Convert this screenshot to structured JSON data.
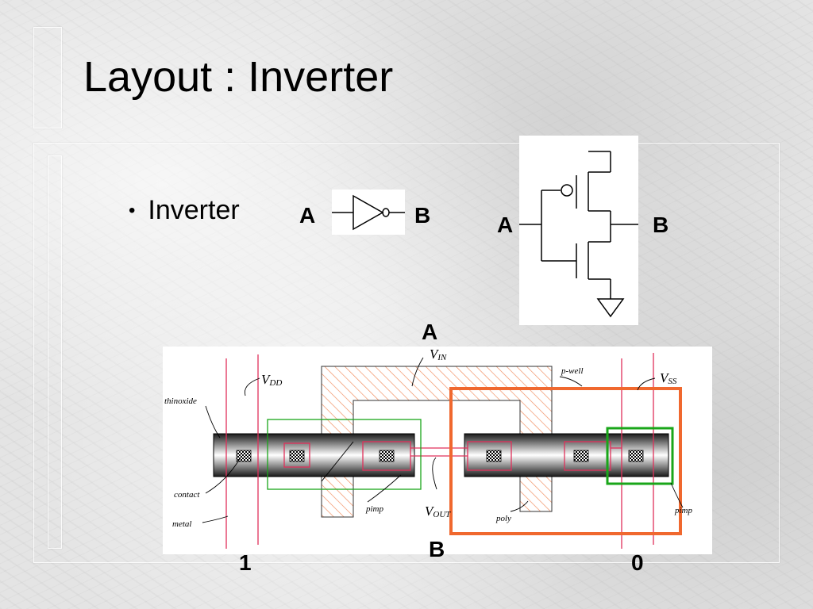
{
  "slide": {
    "title": "Layout : Inverter",
    "bullet": "Inverter"
  },
  "gate_symbol": {
    "input_label": "A",
    "output_label": "B"
  },
  "cmos_schematic": {
    "input_label": "A",
    "output_label": "B"
  },
  "layout_diagram": {
    "top_label": "A",
    "bottom_label": "B",
    "left_value": "1",
    "right_value": "0",
    "annotations": {
      "vdd_v": "V",
      "vdd_sub": "DD",
      "vin_v": "V",
      "vin_sub": "IN",
      "vss_v": "V",
      "vss_sub": "SS",
      "vout_v": "V",
      "vout_sub": "OUT",
      "thinoxide": "thinoxide",
      "p_well": "p-well",
      "contact": "contact",
      "metal": "metal",
      "pimp_left": "pimp",
      "poly": "poly",
      "pimp_right": "pimp"
    }
  },
  "colors": {
    "metal": "#e0305a",
    "poly_hatch": "#f08a5a",
    "green_box": "#19a619",
    "orange_box": "#f0682e"
  }
}
